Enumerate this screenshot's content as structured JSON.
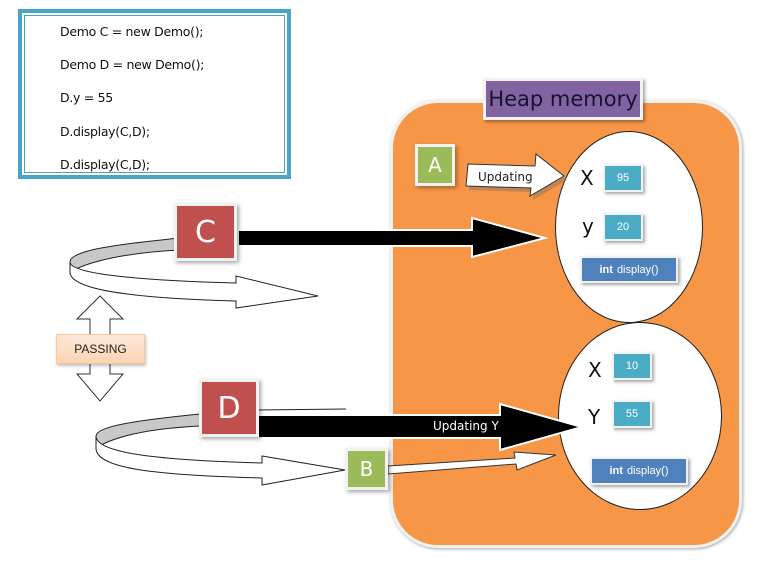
{
  "code": {
    "lines": [
      "Demo C = new Demo();",
      "Demo D = new Demo();",
      "D.y = 55",
      "D.display(C,D);",
      "D.display(C,D);"
    ]
  },
  "heap": {
    "title": "Heap memory",
    "objects": [
      {
        "fields": [
          {
            "label": "X",
            "value": "95"
          },
          {
            "label": "y",
            "value": "20"
          }
        ],
        "method": {
          "type": "int",
          "name": "display()"
        }
      },
      {
        "fields": [
          {
            "label": "X",
            "value": "10"
          },
          {
            "label": "Y",
            "value": "55"
          }
        ],
        "method": {
          "type": "int",
          "name": "display()"
        }
      }
    ]
  },
  "references": {
    "c": "C",
    "d": "D",
    "a": "A",
    "b": "B"
  },
  "arrows": {
    "a_label": "Updating",
    "d_label": "Updating  Y"
  },
  "passing_label": "PASSING",
  "colors": {
    "heap": "#f79646",
    "heap_title": "#8064a2",
    "ref_red": "#c0504d",
    "ref_green": "#9bbb59",
    "value_box": "#4bacc6",
    "method_box": "#4f81bd",
    "code_border": "#4aa5c4"
  }
}
